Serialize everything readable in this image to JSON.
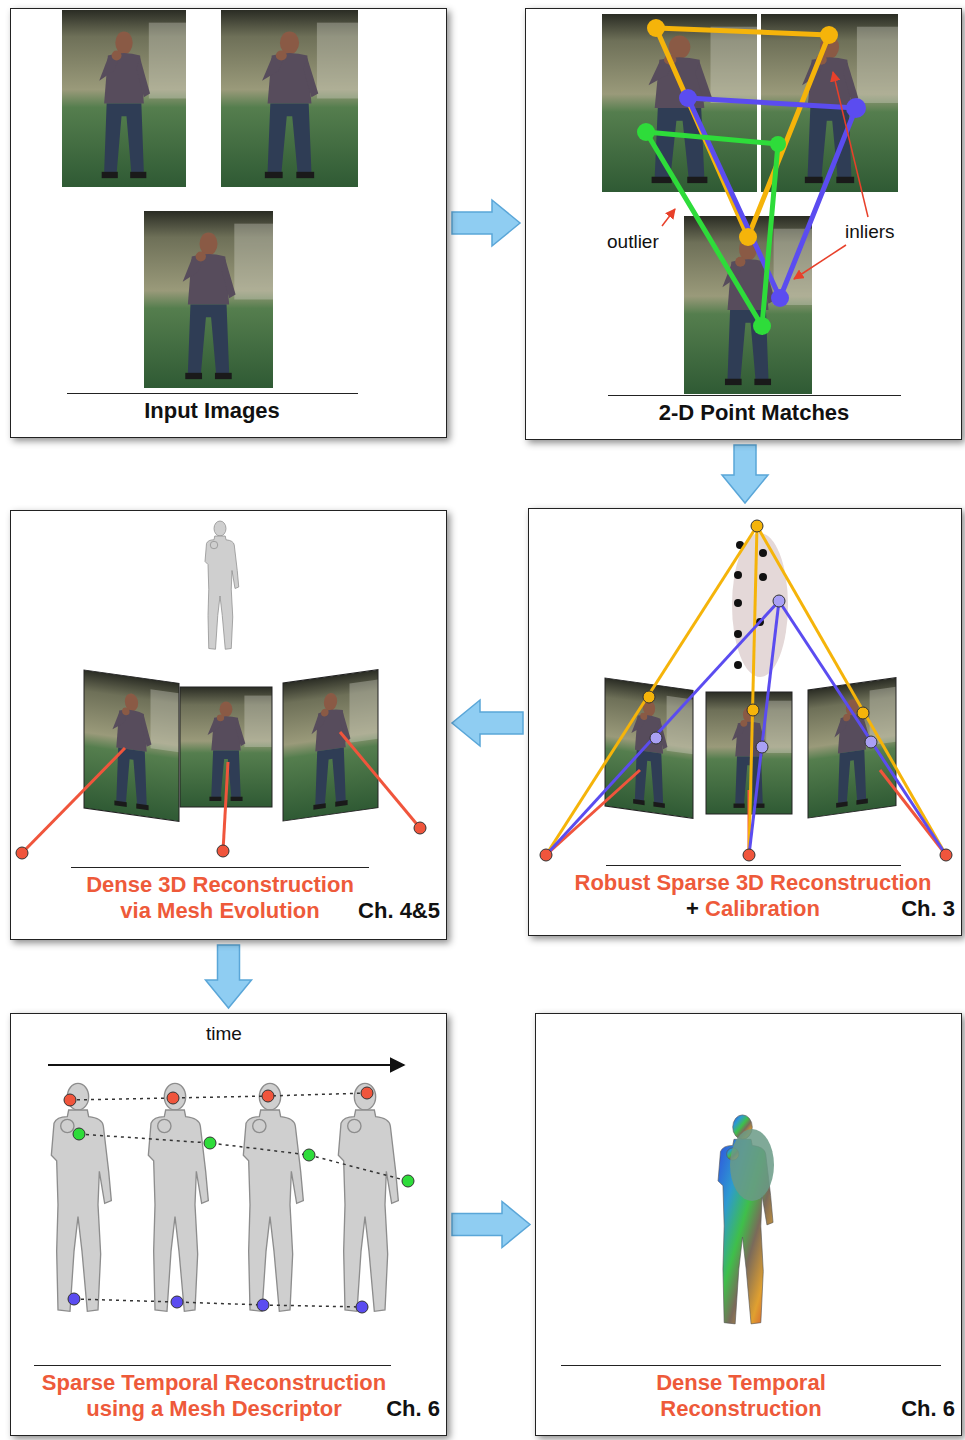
{
  "diagram": {
    "nodes": [
      {
        "text": [
          "Input Images"
        ]
      },
      {
        "text": [
          "2-D Point Matches"
        ]
      },
      {
        "text": [
          "Dense 3D Reconstruction via Mesh Evolution",
          "Ch. 4&5"
        ]
      },
      {
        "text": [
          "Robust Sparse 3D Reconstruction",
          "+",
          "Calibration",
          "Ch. 3"
        ]
      },
      {
        "text": [
          "Sparse Temporal Reconstruction using a Mesh Descriptor",
          "Ch. 6"
        ]
      },
      {
        "text": [
          "Dense Temporal Reconstruction",
          "Ch. 6"
        ]
      }
    ],
    "edges": [
      {
        "from": 0,
        "to": 1,
        "arrow": "to"
      },
      {
        "from": 1,
        "to": 3,
        "arrow": "to"
      },
      {
        "from": 3,
        "to": 2,
        "arrow": "to"
      },
      {
        "from": 2,
        "to": 4,
        "arrow": "to"
      },
      {
        "from": 4,
        "to": 5,
        "arrow": "to"
      }
    ],
    "labels": [
      "outlier",
      "inliers",
      "time"
    ]
  }
}
